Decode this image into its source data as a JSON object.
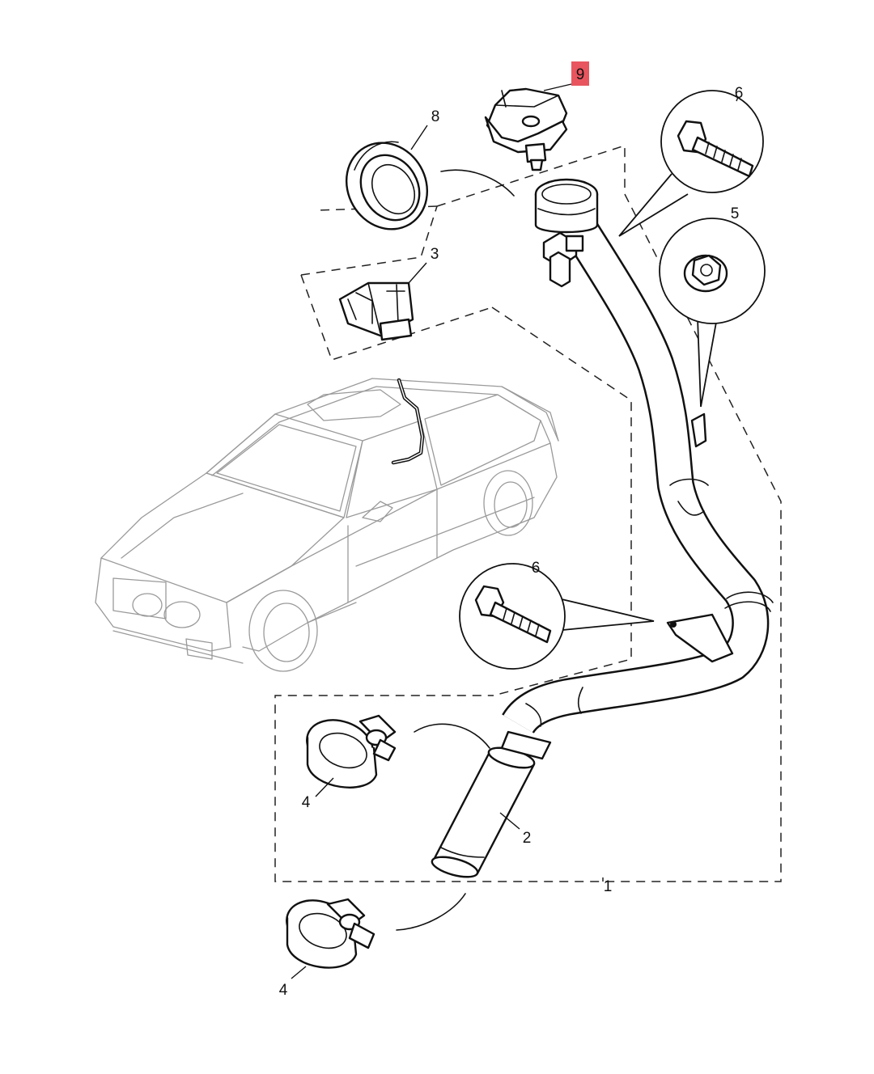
{
  "diagram": {
    "labels": {
      "p1": "1",
      "p2": "2",
      "p3": "3",
      "p4a": "4",
      "p4b": "4",
      "p5": "5",
      "p6a": "6",
      "p6b": "6",
      "p8": "8",
      "p9": "9"
    },
    "highlighted_part": "9",
    "colors": {
      "highlight": "#e8555f",
      "line": "#111111",
      "car_outline": "#9a9a9a"
    },
    "icons": [
      "fuel-filler-cap",
      "filler-neck-seal",
      "mounting-clip",
      "hose-clamp",
      "flange-nut",
      "bolt",
      "fuel-filler-pipe",
      "connecting-hose",
      "vehicle-outline"
    ]
  }
}
